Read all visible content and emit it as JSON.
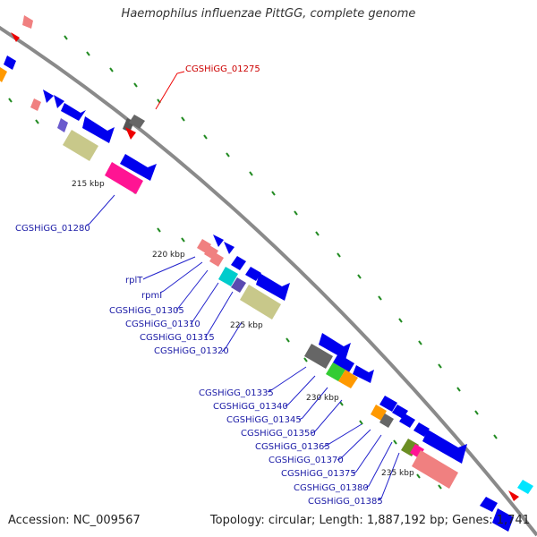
{
  "title": "Haemophilus influenzae PittGG, complete genome",
  "footer": {
    "accession": "Accession: NC_009567",
    "summary": "Topology: circular; Length: 1,887,192 bp; Genes: 1,741"
  },
  "ticks": [
    "215 kbp",
    "220 kbp",
    "225 kbp",
    "230 kbp",
    "235 kbp"
  ],
  "gene_labels": [
    "CGSHiGG_01275",
    "CGSHiGG_01280",
    "rplT",
    "rpmI",
    "CGSHiGG_01305",
    "CGSHiGG_01310",
    "CGSHiGG_01315",
    "CGSHiGG_01320",
    "CGSHiGG_01335",
    "CGSHiGG_01340",
    "CGSHiGG_01345",
    "CGSHiGG_01350",
    "CGSHiGG_01365",
    "CGSHiGG_01370",
    "CGSHiGG_01375",
    "CGSHiGG_01380",
    "CGSHiGG_01385"
  ],
  "colors": {
    "backbone": "#8a8a8a",
    "cds": "#0000ee",
    "rna": "#ee0000",
    "label_line": "#2222cc",
    "highlight_line": "#ee0000",
    "gc_marks": "#228b22"
  }
}
